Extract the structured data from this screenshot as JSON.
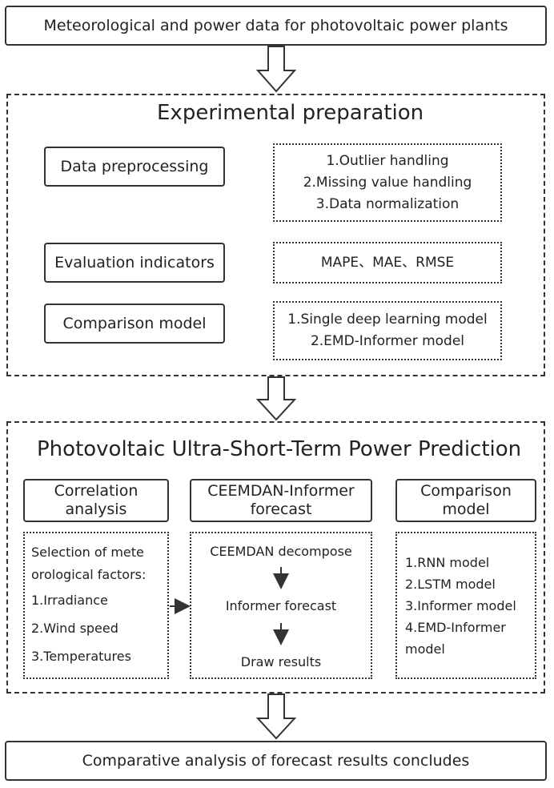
{
  "top_box": "Meteorological and power data for photovoltaic power plants",
  "prep": {
    "title": "Experimental preparation",
    "rows": [
      {
        "label": "Data preprocessing",
        "details": [
          "1.Outlier handling",
          "2.Missing value handling",
          "3.Data normalization"
        ]
      },
      {
        "label": "Evaluation indicators",
        "details": [
          "MAPE、MAE、RMSE"
        ]
      },
      {
        "label": "Comparison model",
        "details": [
          "1.Single deep learning model",
          "2.EMD-Informer model"
        ]
      }
    ]
  },
  "pred": {
    "title": "Photovoltaic Ultra-Short-Term Power Prediction",
    "columns": [
      {
        "header": [
          "Correlation",
          "analysis"
        ],
        "items": [
          "Selection of mete",
          "orological factors:",
          "1.Irradiance",
          "2.Wind speed",
          "3.Temperatures"
        ]
      },
      {
        "header": [
          "CEEMDAN-Informer",
          "forecast"
        ],
        "items": [
          "CEEMDAN decompose",
          "Informer forecast",
          "Draw results"
        ]
      },
      {
        "header": [
          "Comparison",
          "model"
        ],
        "items": [
          "1.RNN model",
          "2.LSTM model",
          "3.Informer model",
          "4.EMD-Informer",
          "model"
        ]
      }
    ]
  },
  "bottom_box": "Comparative analysis of forecast results concludes"
}
